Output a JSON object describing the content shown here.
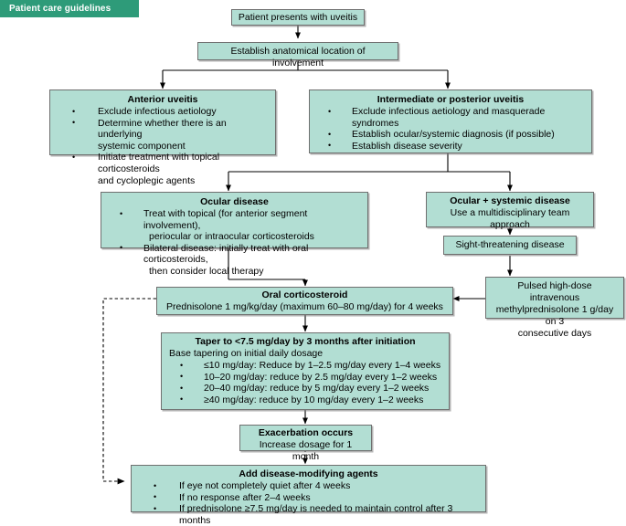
{
  "banner": {
    "label": "Patient care guidelines"
  },
  "colors": {
    "banner_bg": "#2e9b79",
    "node_fill": "#b2ded3",
    "node_border": "#6f6f6f",
    "line": "#000000",
    "text": "#000000"
  },
  "nodes": {
    "presents": {
      "title": "Patient presents with uveitis"
    },
    "establish": {
      "title": "Establish anatomical location of involvement"
    },
    "anterior": {
      "title": "Anterior uveitis",
      "bullets": [
        "Exclude infectious aetiology",
        "Determine whether there is an underlying",
        "systemic component",
        "Initiate treatment with topical corticosteroids",
        "and cycloplegic agents"
      ]
    },
    "intermediate": {
      "title": "Intermediate or posterior uveitis",
      "bullets": [
        "Exclude infectious aetiology and masquerade syndromes",
        "Establish ocular/systemic diagnosis (if possible)",
        "Establish disease severity"
      ]
    },
    "ocular": {
      "title": "Ocular disease",
      "bullets": [
        "Treat with topical (for anterior segment involvement),",
        "periocular or intraocular corticosteroids",
        "Bilateral disease: initially treat with oral corticosteroids,",
        "then consider local therapy"
      ]
    },
    "ocular_systemic": {
      "title": "Ocular + systemic disease",
      "subtitle": "Use a multidisciplinary team approach"
    },
    "sight": {
      "title": "Sight-threatening disease"
    },
    "pulsed": {
      "lines": [
        "Pulsed high-dose intravenous",
        "methylprednisolone 1 g/day on 3",
        "consecutive days"
      ]
    },
    "oral": {
      "title": "Oral corticosteroid",
      "subtitle": "Prednisolone 1 mg/kg/day (maximum 60–80 mg/day) for 4 weeks"
    },
    "taper": {
      "title": "Taper to <7.5 mg/day by 3 months after initiation",
      "lead": "Base tapering on initial daily dosage",
      "bullets": [
        "≤10 mg/day: Reduce by 1–2.5 mg/day every 1–4 weeks",
        "10–20 mg/day: reduce by 2.5 mg/day every 1–2 weeks",
        "20–40 mg/day: reduce by 5 mg/day every 1–2 weeks",
        "≥40 mg/day: reduce by 10 mg/day every 1–2 weeks"
      ]
    },
    "exacerbation": {
      "title": "Exacerbation occurs",
      "subtitle": "Increase dosage  for 1 month"
    },
    "dmards": {
      "title": "Add disease-modifying agents",
      "bullets": [
        "If eye not completely quiet after 4 weeks",
        "If no response after 2–4 weeks",
        "If prednisolone ≥7.5 mg/day  is needed to maintain control after 3 months"
      ]
    }
  }
}
